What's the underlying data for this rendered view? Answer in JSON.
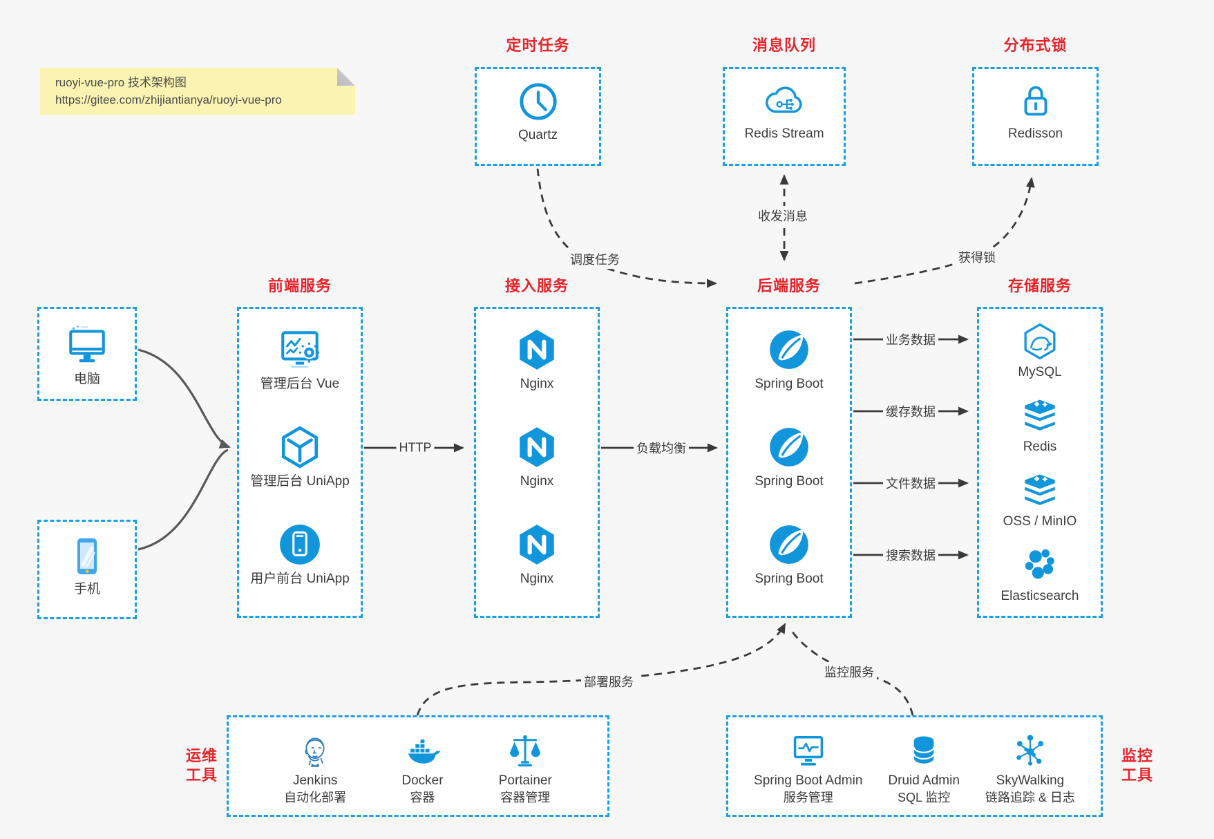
{
  "note": {
    "line1": "ruoyi-vue-pro 技术架构图",
    "line2": "https://gitee.com/zhijiantianya/ruoyi-vue-pro"
  },
  "top_groups": [
    {
      "title": "定时任务",
      "icon": "clock-icon",
      "label": "Quartz"
    },
    {
      "title": "消息队列",
      "icon": "cloud-stream-icon",
      "label": "Redis Stream"
    },
    {
      "title": "分布式锁",
      "icon": "lock-icon",
      "label": "Redisson"
    }
  ],
  "clients": [
    {
      "icon": "desktop-icon",
      "label": "电脑"
    },
    {
      "icon": "smartphone-icon",
      "label": "手机"
    }
  ],
  "columns": [
    {
      "title": "前端服务",
      "items": [
        {
          "icon": "admin-vue-icon",
          "label": "管理后台 Vue"
        },
        {
          "icon": "cube-icon",
          "label": "管理后台 UniApp"
        },
        {
          "icon": "phone-circle-icon",
          "label": "用户前台 UniApp"
        }
      ]
    },
    {
      "title": "接入服务",
      "items": [
        {
          "icon": "nginx-icon",
          "label": "Nginx"
        },
        {
          "icon": "nginx-icon",
          "label": "Nginx"
        },
        {
          "icon": "nginx-icon",
          "label": "Nginx"
        }
      ]
    },
    {
      "title": "后端服务",
      "items": [
        {
          "icon": "spring-icon",
          "label": "Spring Boot"
        },
        {
          "icon": "spring-icon",
          "label": "Spring Boot"
        },
        {
          "icon": "spring-icon",
          "label": "Spring Boot"
        }
      ]
    },
    {
      "title": "存储服务",
      "items": [
        {
          "icon": "mysql-icon",
          "label": "MySQL"
        },
        {
          "icon": "redis-icon",
          "label": "Redis"
        },
        {
          "icon": "oss-minio-icon",
          "label": "OSS / MinIO"
        },
        {
          "icon": "elasticsearch-icon",
          "label": "Elasticsearch"
        }
      ]
    }
  ],
  "bottom_groups": [
    {
      "title_line1": "运维",
      "title_line2": "工具",
      "items": [
        {
          "icon": "jenkins-icon",
          "label": "Jenkins",
          "sublabel": "自动化部署"
        },
        {
          "icon": "docker-icon",
          "label": "Docker",
          "sublabel": "容器"
        },
        {
          "icon": "portainer-icon",
          "label": "Portainer",
          "sublabel": "容器管理"
        }
      ]
    },
    {
      "title_line1": "监控",
      "title_line2": "工具",
      "items": [
        {
          "icon": "spring-boot-admin-icon",
          "label": "Spring Boot Admin",
          "sublabel": "服务管理"
        },
        {
          "icon": "druid-icon",
          "label": "Druid Admin",
          "sublabel": "SQL 监控"
        },
        {
          "icon": "skywalking-icon",
          "label": "SkyWalking",
          "sublabel": "链路追踪 & 日志"
        }
      ]
    }
  ],
  "edge_labels": {
    "http": "HTTP",
    "load_balance": "负载均衡",
    "schedule_task": "调度任务",
    "send_receive_message": "收发消息",
    "acquire_lock": "获得锁",
    "business_data": "业务数据",
    "cache_data": "缓存数据",
    "file_data": "文件数据",
    "search_data": "搜索数据",
    "deploy_service": "部署服务",
    "monitor_service": "监控服务"
  },
  "colors": {
    "accent_blue": "#1296db",
    "dash_blue": "#17a0e8",
    "title_red": "#e8232a",
    "text_dark": "#3c3c3c",
    "note_bg": "#faf3b1",
    "page_bg": "#f7f7f7"
  }
}
